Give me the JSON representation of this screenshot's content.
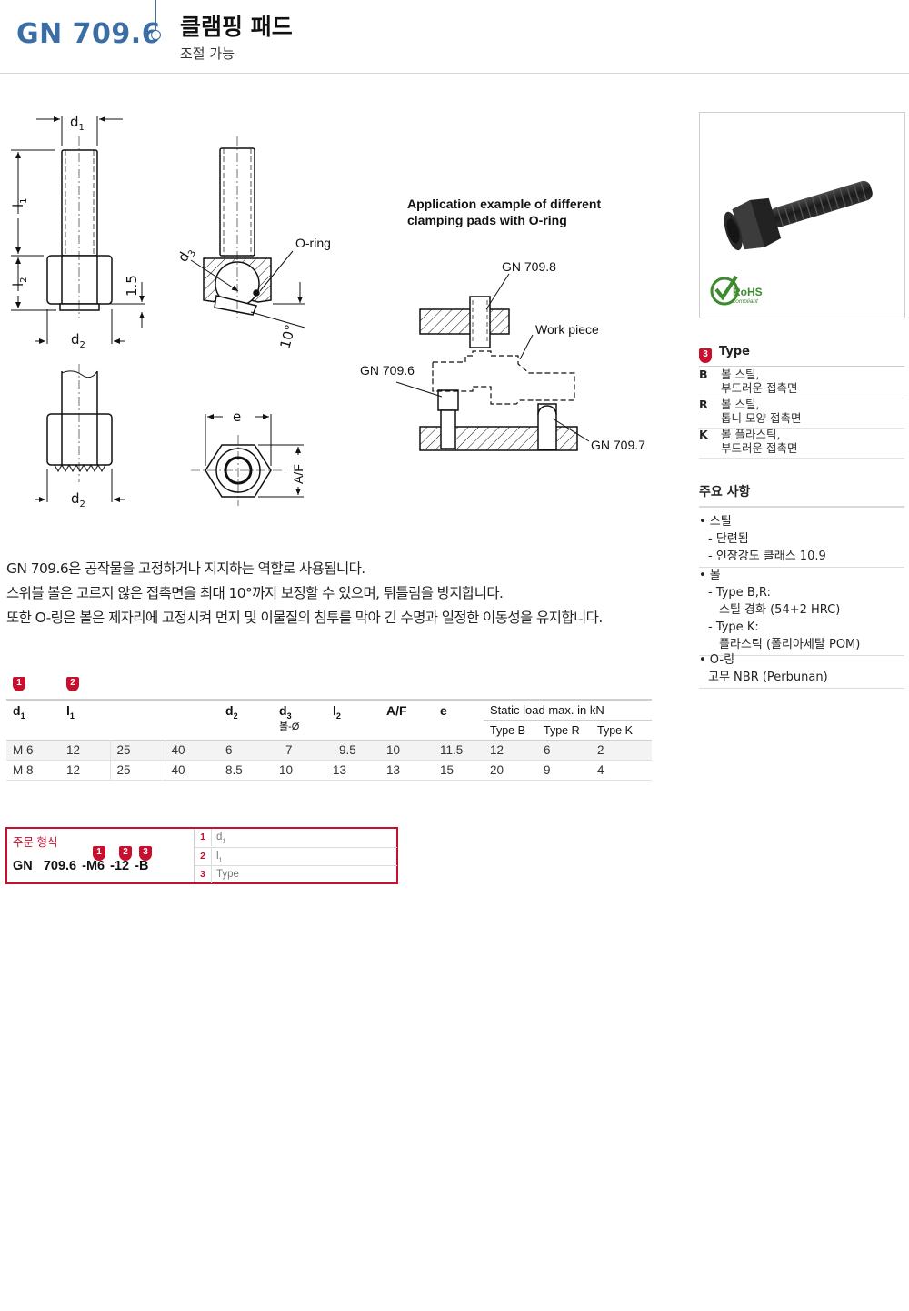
{
  "header": {
    "code": "GN 709.6",
    "title": "클램핑 패드",
    "subtitle": "조절 가능"
  },
  "drawing": {
    "d1": "d",
    "d1_sub": "1",
    "l1": "l",
    "l1_sub": "1",
    "l2": "l",
    "l2_sub": "2",
    "d2": "d",
    "d2_sub": "2",
    "d3": "d",
    "d3_sub": "3",
    "dim_15": "1.5",
    "angle": "10°",
    "oring": "O-ring",
    "e": "e",
    "af": "A/F",
    "app_title_1": "Application example of different",
    "app_title_2": "clamping pads with O-ring",
    "gn7098": "GN 709.8",
    "workpiece": "Work piece",
    "gn7096": "GN 709.6",
    "gn7097": "GN 709.7"
  },
  "photo": {
    "rohs": "RoHS",
    "rohs_sub": "compliant"
  },
  "types": {
    "badge": "3",
    "heading": "Type",
    "items": [
      {
        "key": "B",
        "desc": "볼 스틸,\n부드러운 접촉면"
      },
      {
        "key": "R",
        "desc": "볼 스틸,\n톱니 모양 접촉면"
      },
      {
        "key": "K",
        "desc": "볼 플라스틱,\n부드러운 접촉면"
      }
    ]
  },
  "features": {
    "heading": "주요 사항",
    "steel": "• 스틸",
    "steel_1": "- 단련됨",
    "steel_2": "- 인장강도 클래스 10.9",
    "ball": "• 볼",
    "ball_1": "- Type B,R:",
    "ball_1b": "스틸 경화 (54+2 HRC)",
    "ball_2": "- Type K:",
    "ball_2b": "플라스틱 (폴리아세탈 POM)",
    "oring": "• O-링",
    "oring_1": "고무 NBR (Perbunan)"
  },
  "description": {
    "line1": "GN 709.6은 공작물을 고정하거나 지지하는 역할로 사용됩니다.",
    "line2": "스위블 볼은 고르지 않은 접촉면을 최대 10°까지 보정할 수 있으며, 튀틀림을 방지합니다.",
    "line3": "또한 O-링은 볼은 제자리에 고정시켜 먼지 및 이물질의 침투를 막아 긴 수명과 일정한 이동성을 유지합니다."
  },
  "table": {
    "badge1": "1",
    "badge2": "2",
    "h_d1": "d",
    "h_d1_sub": "1",
    "h_l1": "l",
    "h_l1_sub": "1",
    "h_d2": "d",
    "h_d2_sub": "2",
    "h_d3": "d",
    "h_d3_sub": "3",
    "h_d3_note": "볼-Ø",
    "h_l2": "l",
    "h_l2_sub": "2",
    "h_af": "A/F",
    "h_e": "e",
    "h_static": "Static load max. in kN",
    "h_typeb": "Type B",
    "h_typer": "Type R",
    "h_typek": "Type K",
    "rows": [
      [
        "M 6",
        "12",
        "25",
        "40",
        "6",
        "7",
        "9.5",
        "10",
        "11.5",
        "12",
        "6",
        "2"
      ],
      [
        "M 8",
        "12",
        "25",
        "40",
        "8.5",
        "10",
        "13",
        "13",
        "15",
        "20",
        "9",
        "4"
      ]
    ]
  },
  "order": {
    "label": "주문 형식",
    "gn": "GN",
    "num": "709.6",
    "p1": "-M6",
    "p2": "-12",
    "p3": "-B",
    "b1": "1",
    "b2": "2",
    "b3": "3",
    "rows": [
      {
        "n": "1",
        "t": "d",
        "sub": "1"
      },
      {
        "n": "2",
        "t": "l",
        "sub": "1"
      },
      {
        "n": "3",
        "t": "Type",
        "sub": ""
      }
    ]
  },
  "colors": {
    "brand_blue": "#3a6ea5",
    "accent_red": "#c8102e"
  }
}
